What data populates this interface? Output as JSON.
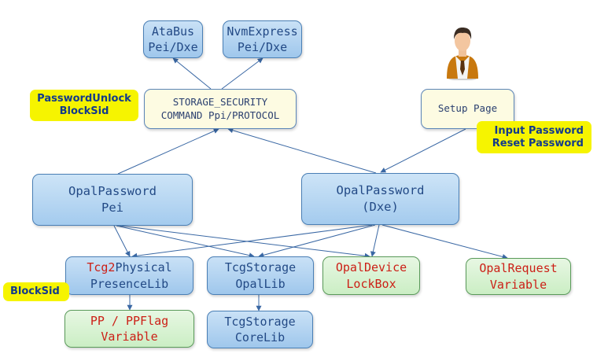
{
  "nodes": {
    "atabus": [
      "AtaBus",
      "Pei/Dxe"
    ],
    "nvme": [
      "NvmExpress",
      "Pei/Dxe"
    ],
    "storage_security": [
      "STORAGE_SECURITY",
      "COMMAND Ppi/PROTOCOL"
    ],
    "setup_page": "Setup Page",
    "opal_pei": [
      "OpalPassword",
      "Pei"
    ],
    "opal_dxe": [
      "OpalPassword",
      "(Dxe)"
    ],
    "tcg2_lib": {
      "prefix": "Tcg2",
      "rest": "Physical",
      "line2": "PresenceLib"
    },
    "tcg_opal_lib": [
      "TcgStorage",
      "OpalLib"
    ],
    "opal_lockbox": [
      "OpalDevice",
      "LockBox"
    ],
    "opal_request": [
      "OpalRequest",
      "Variable"
    ],
    "pp_variable": [
      "PP / PPFlag",
      "Variable"
    ],
    "tcg_core_lib": [
      "TcgStorage",
      "CoreLib"
    ]
  },
  "notes": {
    "password_unlock": [
      "PasswordUnlock",
      "BlockSid"
    ],
    "input_password": [
      "Input Password",
      "Reset Password"
    ],
    "blocksid": "BlockSid"
  },
  "colors": {
    "blue_node": "#a9cff0",
    "green_node": "#d4f1cd",
    "cream_node": "#fdfbe2",
    "highlight": "#f6f400",
    "red_text": "#cc1f16",
    "blue_text": "#234a86",
    "wire": "#3a68a4"
  },
  "icons": {
    "user": "user-avatar-icon"
  }
}
